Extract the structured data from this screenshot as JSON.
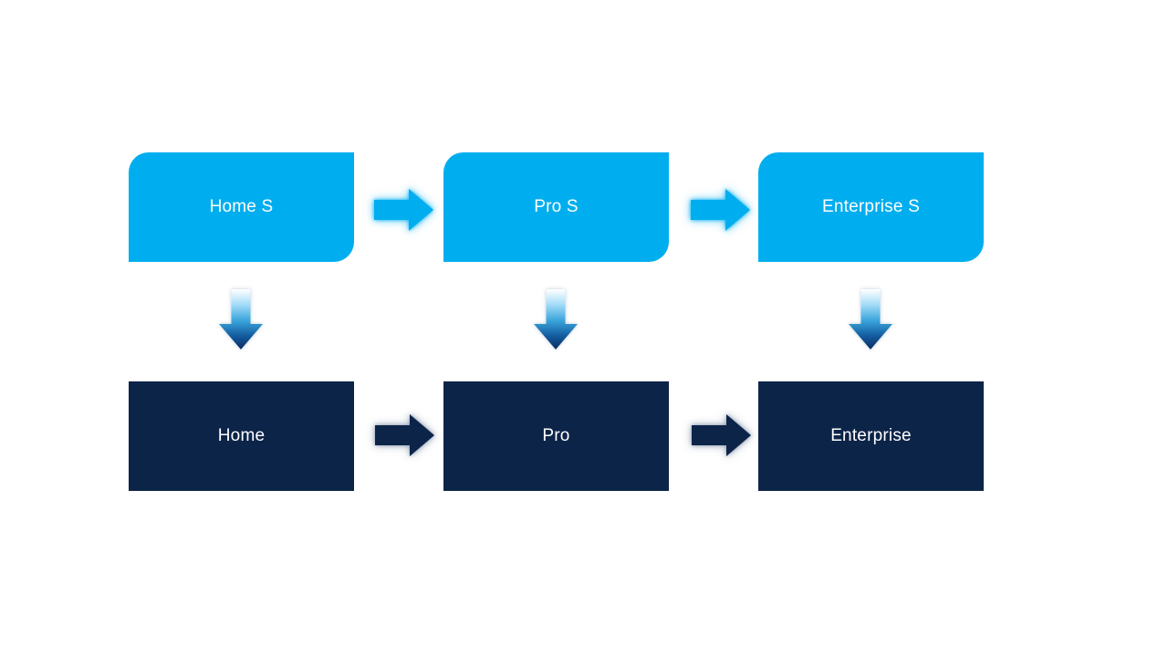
{
  "slide": {
    "background": "#FFFFFF"
  },
  "colors": {
    "light_blue": "#00AEEF",
    "dark_navy": "#0D2449",
    "text_color": "#FFFFFF",
    "down_gradient_top": "#FFFFFF",
    "down_gradient_light": "#A5DDF8",
    "down_gradient_mid": "#3AA5DC",
    "down_gradient_deep": "#135A9E",
    "down_gradient_bottom": "#0B2D60"
  },
  "diagram": {
    "top_row": {
      "nodes": [
        {
          "label": "Home S"
        },
        {
          "label": "Pro S"
        },
        {
          "label": "Enterprise S"
        }
      ]
    },
    "bottom_row": {
      "nodes": [
        {
          "label": "Home"
        },
        {
          "label": "Pro"
        },
        {
          "label": "Enterprise"
        }
      ]
    },
    "icons": {
      "right_arrow_light": "right-arrow-icon",
      "right_arrow_dark": "right-arrow-icon",
      "down_arrow_gradient": "down-arrow-icon"
    }
  }
}
